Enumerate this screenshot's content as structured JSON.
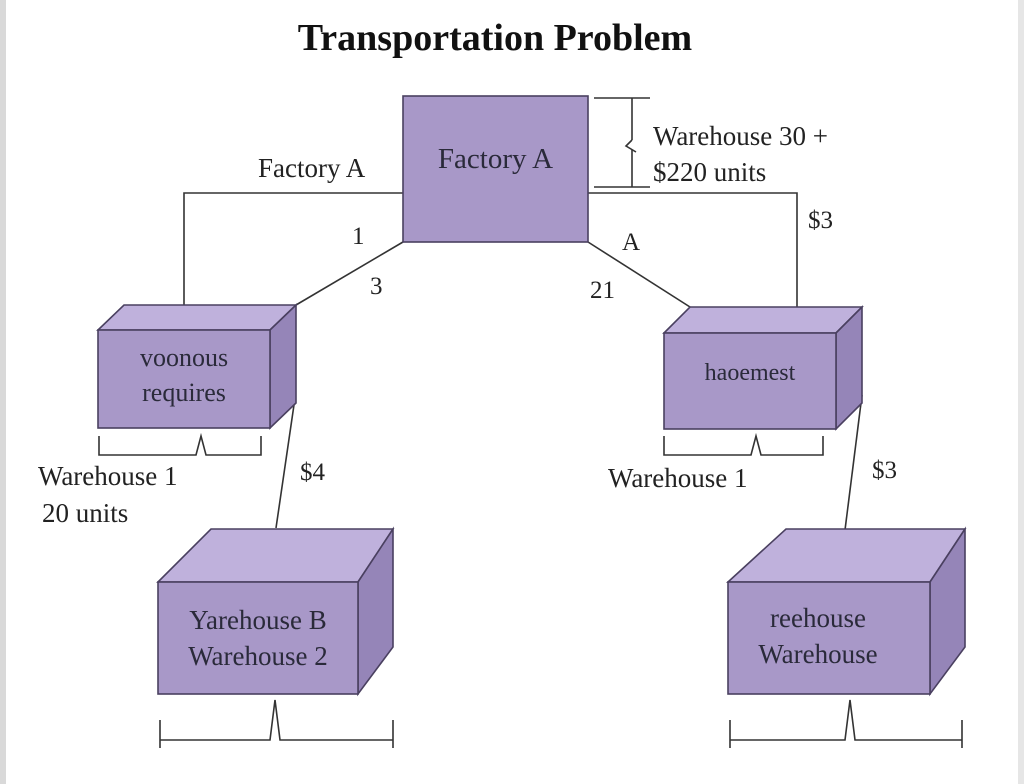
{
  "title": "Transportation Problem",
  "colors": {
    "box_front": "#a898c8",
    "box_top": "#bfb1dc",
    "box_side": "#9585b8",
    "box_stroke": "#4a4060",
    "line": "#333333"
  },
  "factory": {
    "text": "Factory A"
  },
  "boxes": {
    "left_mid": {
      "line1": "voonous",
      "line2": "requires"
    },
    "right_mid": {
      "line1": "haoemest"
    },
    "left_bottom": {
      "line1": "Yarehouse B",
      "line2": "Warehouse 2"
    },
    "right_bottom": {
      "line1": "reehouse",
      "line2": "Warehouse"
    }
  },
  "labels": {
    "factory_left": "Factory A",
    "capacity_line1": "Warehouse 30 +",
    "capacity_line2": "$220 units",
    "cost_right_top": "$3",
    "cost_1": "1",
    "cost_3": "3",
    "cost_a": "A",
    "cost_21": "21",
    "warehouse1_left": "Warehouse 1",
    "units_left": "20 units",
    "cost_left_bottom": "$4",
    "warehouse1_right": "Warehouse 1",
    "cost_right_bottom": "$3"
  }
}
